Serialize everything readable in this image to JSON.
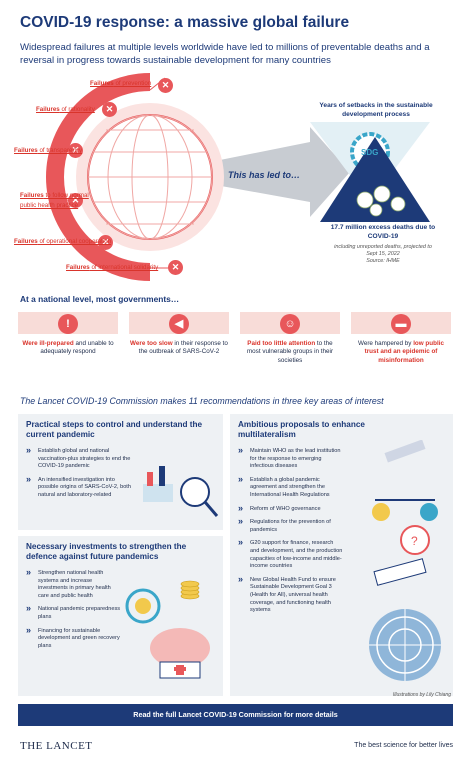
{
  "header": {
    "title": "COVID-19 response: a massive global failure",
    "subtitle": "Widespread failures at multiple levels worldwide have led to millions of preventable deaths and a reversal in progress towards sustainable development for many countries"
  },
  "failures": [
    {
      "hl": "Failures",
      "rest": " of prevention"
    },
    {
      "hl": "Failures",
      "rest": " of rationality"
    },
    {
      "hl": "Failures",
      "rest": " of transparency"
    },
    {
      "hl": "Failures",
      "rest": " to follow normal"
    },
    {
      "hl": "",
      "rest": "public health practice"
    },
    {
      "hl": "Failures",
      "rest": " of operational cooperation"
    },
    {
      "hl": "Failures",
      "rest": " of international solidarity"
    }
  ],
  "arrow_text": "This has led to…",
  "sdg": {
    "title": "Years of setbacks in the sustainable development process",
    "logo": "SDG"
  },
  "deaths": {
    "title": "17.7 million excess deaths due to COVID-19",
    "sub": "including unreported deaths, projected to Sept 15, 2022",
    "source": "Source: IHME"
  },
  "national": {
    "heading": "At a national level, most governments…",
    "cards": [
      {
        "icon": "warning-icon",
        "glyph": "!",
        "red": "Were ill-prepared",
        "rest": " and unable to adequately respond",
        "red_first": true
      },
      {
        "icon": "megaphone-icon",
        "glyph": "◀",
        "red": "Were too slow",
        "rest": " in their response to the outbreak of SARS-CoV-2",
        "red_first": true
      },
      {
        "icon": "people-icon",
        "glyph": "☺",
        "red": "Paid too little attention",
        "rest": " to the most vulnerable groups in their societies",
        "red_first": true
      },
      {
        "icon": "chat-icon",
        "glyph": "▬",
        "red": "low public trust and an epidemic of misinformation",
        "rest": "Were hampered by ",
        "red_first": false
      }
    ]
  },
  "commission": {
    "heading_pre": "The Lancet ",
    "heading_italic": "COVID-19 Commission",
    "heading_post": " makes 11 recommendations in three key areas of interest"
  },
  "box1": {
    "heading": "Practical steps to control and understand the current pandemic",
    "items": [
      "Establish global and national vaccination-plus strategies to end the COVID-19 pandemic",
      "An intensified investigation into possible origins of SARS-CoV-2, both natural and laboratory-related"
    ]
  },
  "box2": {
    "heading": "Necessary investments to strengthen the defence against future pandemics",
    "items": [
      "Strengthen national health systems and increase investments in primary health care and public health",
      "National pandemic preparedness plans",
      "Financing for sustainable development and green recovery plans"
    ]
  },
  "box3": {
    "heading": "Ambitious proposals to enhance multilateralism",
    "items": [
      "Maintain WHO as the lead institution for the response to emerging infectious diseases",
      "Establish a global pandemic agreement and strengthen the International Health Regulations",
      "Reform of WHO governance",
      "Regulations for the prevention of pandemics",
      "G20 support for finance, research and development, and the production capacities of low-income and middle-income countries",
      "New Global Health Fund to ensure Sustainable Development Goal 3 (Health for All), universal health coverage, and functioning health systems"
    ]
  },
  "credit": "Illustrations by Lily Chiang",
  "cta": "Read the full Lancet COVID-19 Commission for more details",
  "footer": {
    "brand": "THE LANCET",
    "tagline": "The best science for better lives"
  },
  "colors": {
    "navy": "#1d3a78",
    "red": "#e8575a",
    "pink": "#f8dcd8",
    "box": "#eef1f4"
  }
}
